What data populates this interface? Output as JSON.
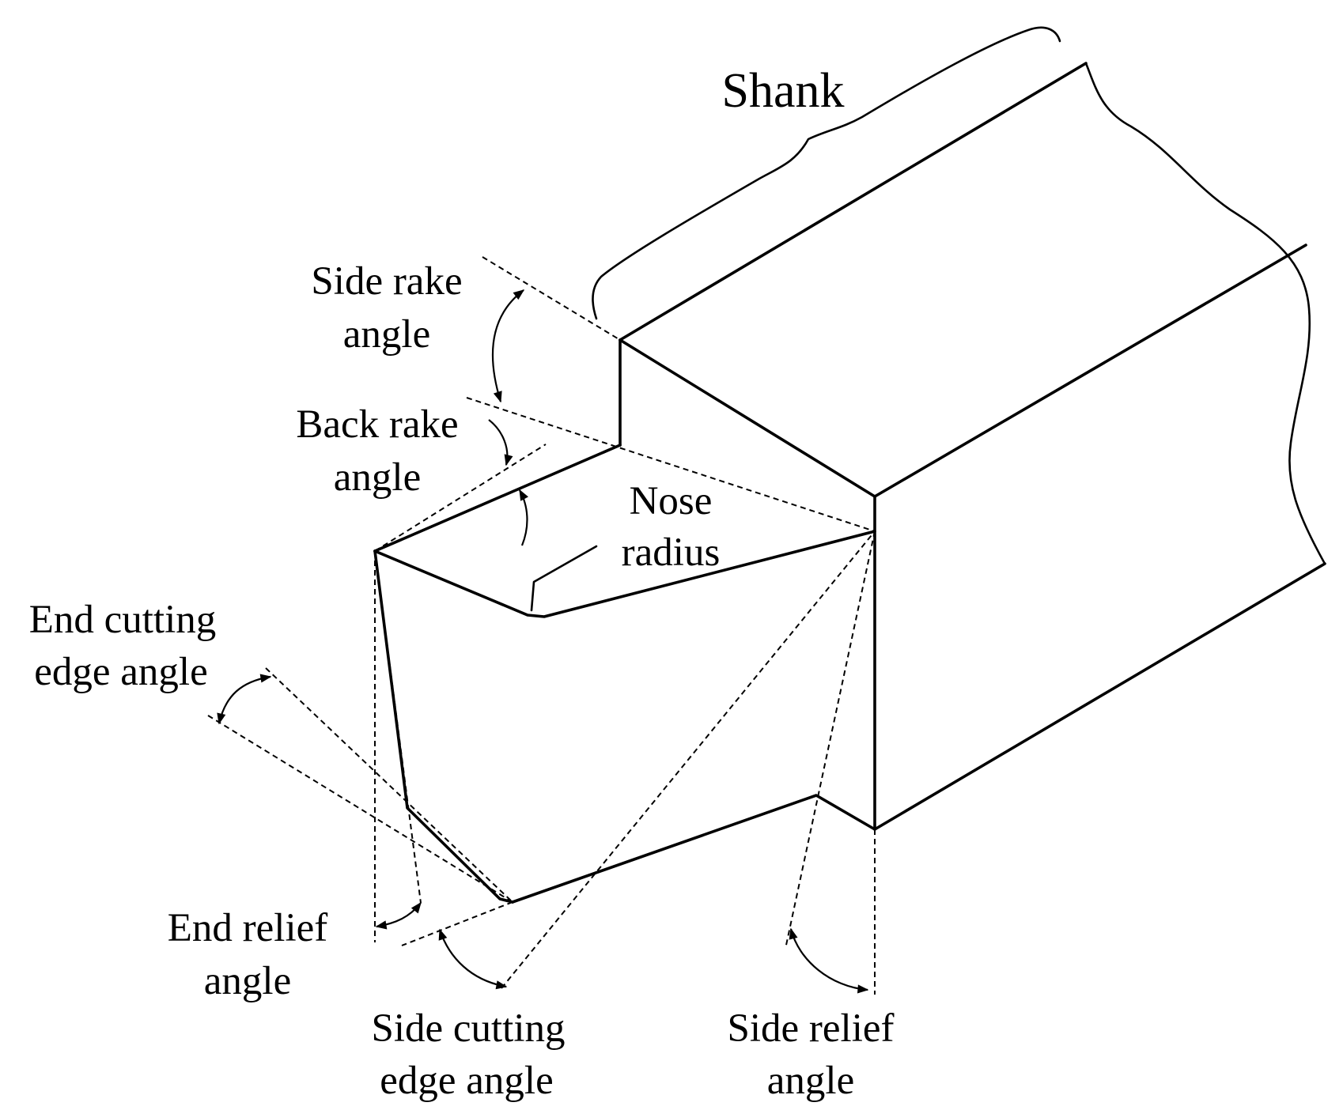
{
  "labels": {
    "shank": "Shank",
    "side_rake": [
      "Side rake",
      "angle"
    ],
    "back_rake": [
      "Back rake",
      "angle"
    ],
    "nose_radius": [
      "Nose",
      "radius"
    ],
    "end_cutting_edge": [
      "End cutting",
      "edge angle"
    ],
    "end_relief": [
      "End relief",
      "angle"
    ],
    "side_cutting_edge": [
      "Side cutting",
      "edge angle"
    ],
    "side_relief": [
      "Side relief",
      "angle"
    ]
  },
  "colors": {
    "ink": "#000000",
    "background": "#ffffff"
  }
}
